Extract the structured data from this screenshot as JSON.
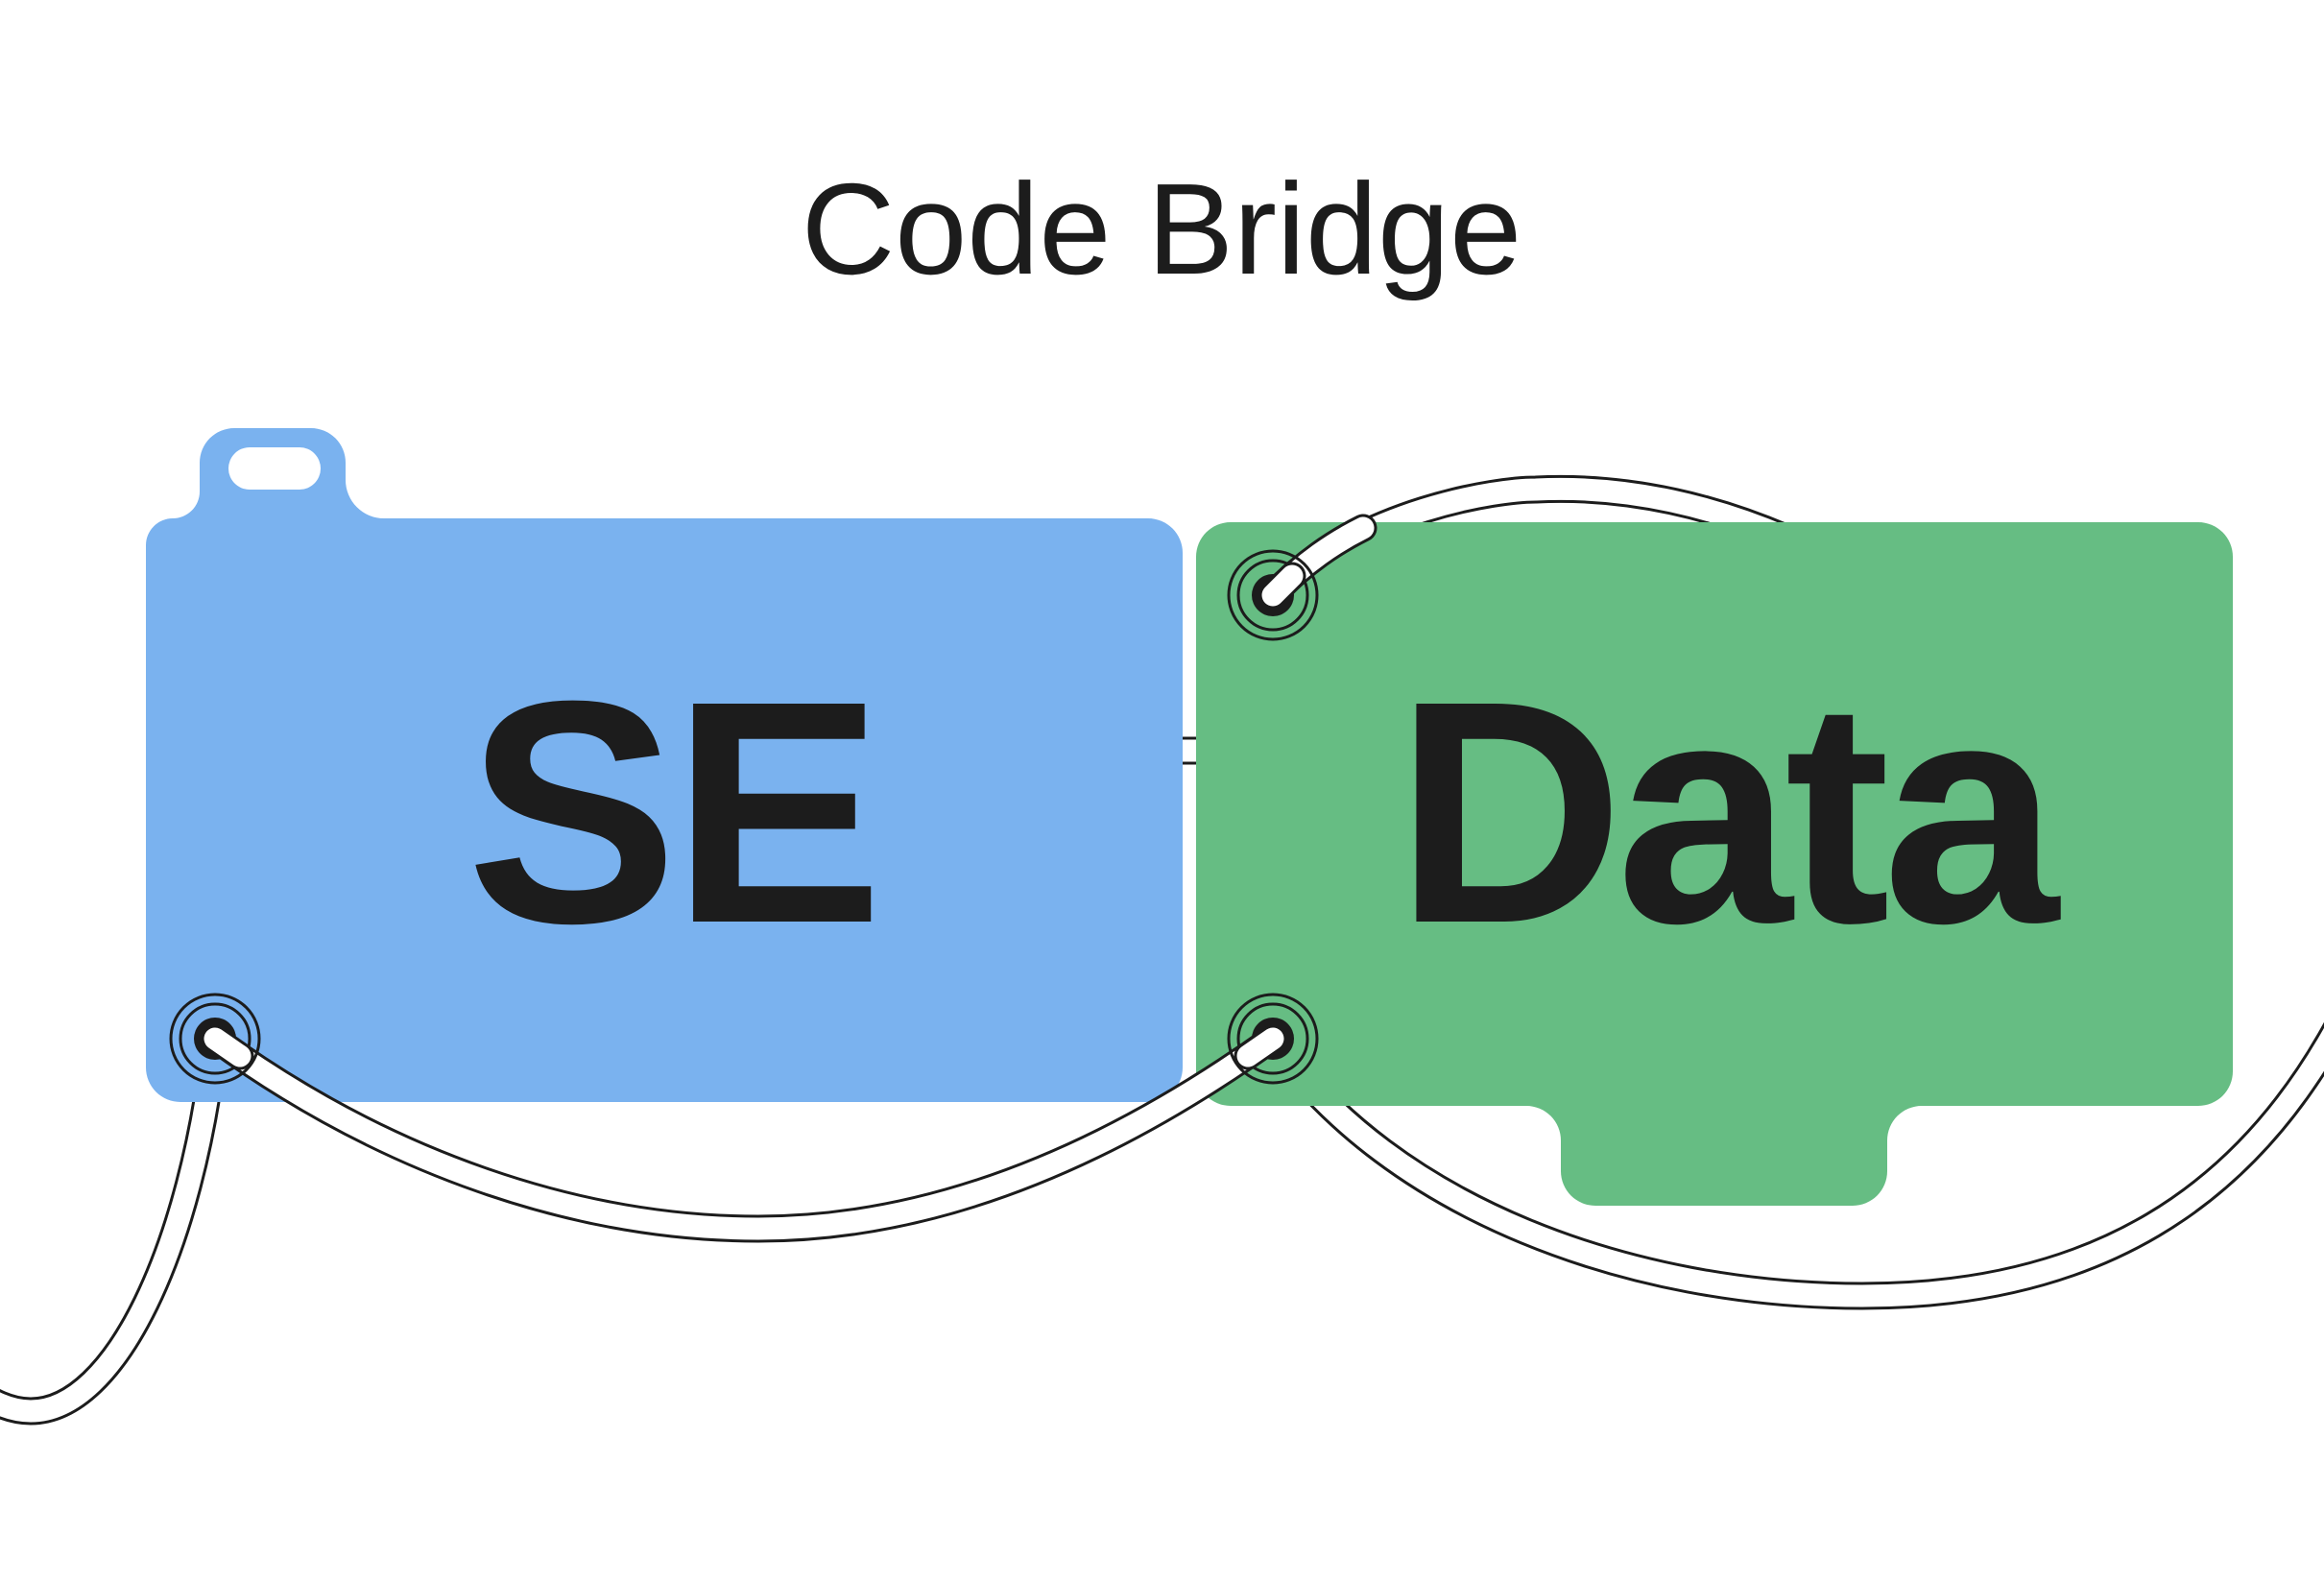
{
  "title": "Code Bridge",
  "cards": {
    "left": {
      "label": "SE",
      "color": "#7ab2ef"
    },
    "right": {
      "label": "Data",
      "color": "#66bd83"
    }
  },
  "colors": {
    "background": "#ffffff",
    "ink": "#1c1c1c"
  }
}
